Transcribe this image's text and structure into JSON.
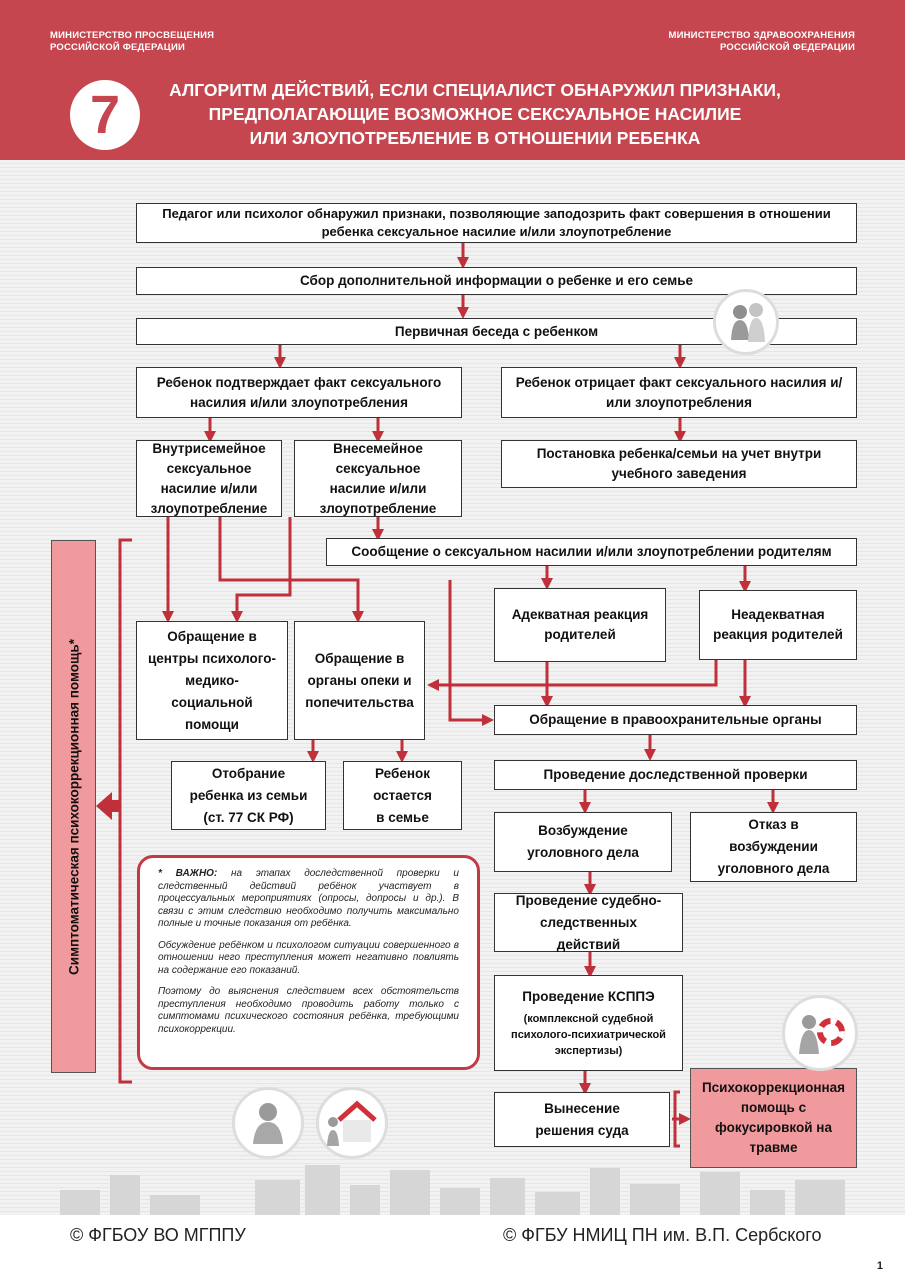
{
  "header": {
    "ministry_left": "МИНИСТЕРСТВО ПРОСВЕЩЕНИЯ\nРОССИЙСКОЙ ФЕДЕРАЦИИ",
    "ministry_right": "МИНИСТЕРСТВО ЗДРАВООХРАНЕНИЯ\nРОССИЙСКОЙ ФЕДЕРАЦИИ",
    "number": "7",
    "title_lines": [
      "АЛГОРИТМ ДЕЙСТВИЙ, ЕСЛИ СПЕЦИАЛИСТ ОБНАРУЖИЛ ПРИЗНАКИ,",
      "ПРЕДПОЛАГАЮЩИЕ ВОЗМОЖНОЕ СЕКСУАЛЬНОЕ НАСИЛИЕ",
      "ИЛИ ЗЛОУПОТРЕБЛЕНИЕ В ОТНОШЕНИИ РЕБЕНКА"
    ]
  },
  "flow": {
    "detect": "Педагог или психолог обнаружил признаки, позволяющие заподозрить факт совершения в отношении ребенка сексуальное насилие и/или злоупотребление",
    "collect": "Сбор дополнительной информации о ребенке и его семье",
    "interview": "Первичная беседа с ребенком",
    "confirms": "Ребенок подтверждает факт сексуального насилия и/или злоупотребления",
    "denies": "Ребенок отрицает факт сексуального насилия и/или злоупотребления",
    "intrafamily": "Внутрисемейное сексуальное насилие и/или злоупотребление",
    "extrafamily": "Внесемейное сексуальное насилие и/или злоупотребление",
    "registration": "Постановка ребенка/семьи на учет внутри учебного заведения",
    "notify_parents": "Сообщение о сексуальном насилии и/или злоупотреблении родителям",
    "adequate": "Адекватная реакция родителей",
    "inadequate": "Неадекватная реакция родителей",
    "centers": "Обращение в центры психолого-медико-социальной помощи",
    "guardianship": "Обращение в органы опеки и попечительства",
    "law_enforcement": "Обращение в правоохранительные органы",
    "removal": "Отобрание ребенка из семьи (ст. 77 СК РФ)",
    "stays": "Ребенок остается в семье",
    "pre_check": "Проведение доследственной проверки",
    "case_opened": "Возбуждение уголовного дела",
    "case_refused": "Отказ в возбуждении уголовного дела",
    "investigation": "Проведение судебно-следственных действий",
    "kspe_title": "Проведение КСППЭ",
    "kspe_sub": "(комплексной судебной психолого-психиатрической экспертизы)",
    "verdict": "Вынесение решения суда",
    "trauma_help": "Психокоррекционная помощь с фокусировкой на травме",
    "symptomatic": "Симптоматическая психокоррекционная помощь*"
  },
  "note": {
    "important_label": "* ВАЖНО:",
    "p1": "на этапах доследственной проверки и следственный действий ребёнок участвует в процессуальных мероприятиях (опросы, допросы и др.). В связи с этим следствию необходимо получить максимально полные и точные показания от ребёнка.",
    "p2": "Обсуждение ребёнком и психологом ситуации совершенного в отношении нeго преступления может негативно повлиять на содержание его показаний.",
    "p3": "Поэтому до выяснения следствием всех обстоятельств преступления необходимо проводить работу только с симптомами психического состояния ребёнка, требующими психокоррекции."
  },
  "footer": {
    "left": "© ФГБОУ ВО МГППУ",
    "right": "© ФГБУ НМИЦ ПН им. В.П. Сербского",
    "page": "1"
  },
  "colors": {
    "header_red": "#c6464f",
    "arrow_red": "#c0303b",
    "pink_box": "#f19a9d"
  },
  "icons": [
    "two-people-icon",
    "sad-person-icon",
    "house-family-icon",
    "lifebuoy-person-icon"
  ]
}
